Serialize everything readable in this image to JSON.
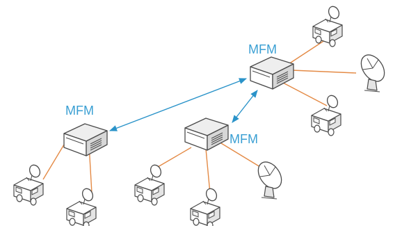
{
  "diagram": {
    "nodes": [
      {
        "id": "mfm-top",
        "label": "MFM"
      },
      {
        "id": "mfm-left",
        "label": "MFM"
      },
      {
        "id": "mfm-middle",
        "label": "MFM"
      }
    ],
    "links": [
      {
        "from": "mfm-left",
        "to": "mfm-top",
        "style": "bidirectional"
      },
      {
        "from": "mfm-middle",
        "to": "mfm-top",
        "style": "bidirectional"
      }
    ],
    "colors": {
      "label": "#3a9fd3",
      "backbone_link": "#2a93c9",
      "access_link": "#e48a45",
      "device_outline": "#4a4a4a"
    },
    "icons": [
      "server-box-icon",
      "broadcast-van-icon",
      "satellite-dish-icon"
    ]
  }
}
